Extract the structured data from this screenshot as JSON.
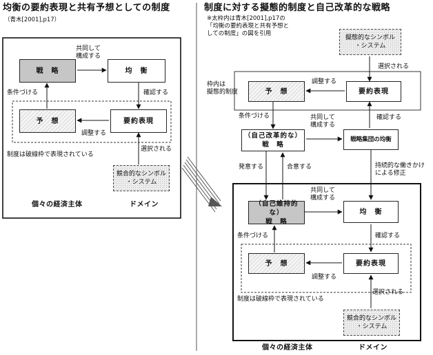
{
  "left": {
    "title": "均衡の要約表現と共有予想としての制度",
    "citation": "（青木[2001],p17）",
    "boxes": {
      "strategy": "戦　略",
      "equilibrium": "均　衡",
      "expectation": "予　想",
      "summary": "要約表現",
      "symbol": "競合的なシンボル\n・システム"
    },
    "labels": {
      "co_configure": "共同して\n構成する",
      "condition": "条件づける",
      "confirm": "確認する",
      "adjust": "調整する",
      "select": "選択される",
      "dashed_note": "制度は破線枠で表現されている"
    },
    "footer": {
      "agent": "個々の経済主体",
      "domain": "ドメイン"
    }
  },
  "right": {
    "title": "制度に対する擬態的制度と自己改革的な戦略",
    "note": "※太枠内は青木[2001],p17の\n「均衡の要約表現と共有予想と\nしての制度」の図を引用",
    "upper": {
      "frame_label": "枠内は\n擬態的制度",
      "boxes": {
        "symbol": "擬態的なシンボル\n・システム",
        "expectation": "予　想",
        "summary": "要約表現",
        "self_reform": "（自己改革的な）\n戦　略",
        "group_eq": "戦略集団の均衡"
      },
      "labels": {
        "selected": "選択される",
        "adjust": "調整する",
        "condition": "条件づける",
        "co_configure": "共同して\n構成する",
        "confirm": "確認する",
        "emerge": "発意する",
        "agree": "合意する",
        "persistent": "持続的な働きかけ\nによる修正"
      }
    },
    "lower": {
      "boxes": {
        "strategy": "（自己維持的な）\n戦　略",
        "equilibrium": "均　衡",
        "expectation": "予　想",
        "summary": "要約表現",
        "symbol": "競合的なシンボル\n・システム"
      },
      "labels": {
        "co_configure": "共同して\n構成する",
        "condition": "条件づける",
        "confirm": "確認する",
        "adjust": "調整する",
        "select": "選択される",
        "dashed_note": "制度は破線枠で表現されている"
      },
      "footer": {
        "agent": "個々の経済主体",
        "domain": "ドメイン"
      }
    }
  }
}
